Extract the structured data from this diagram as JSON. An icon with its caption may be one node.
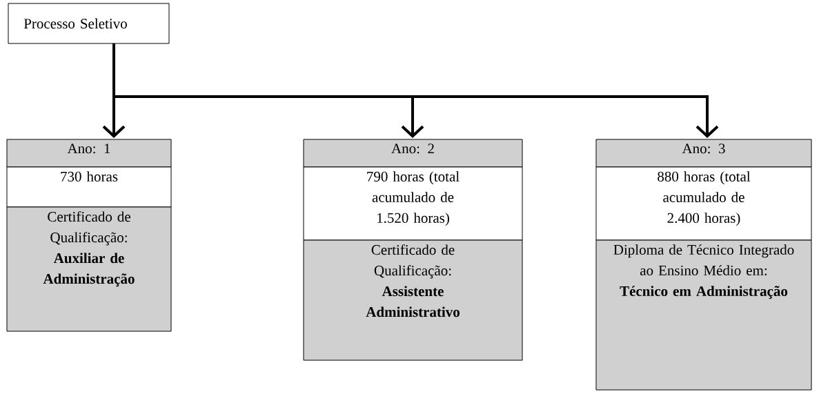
{
  "diagram": {
    "nodes": [
      {
        "text": [
          "Processo Seletivo"
        ]
      },
      {
        "text": [
          "Ano: 1"
        ]
      },
      {
        "text": [
          "730 horas"
        ]
      },
      {
        "text": [
          "Certificado de Qualificação:",
          "Auxiliar de Administração"
        ]
      },
      {
        "text": [
          "Ano: 2"
        ]
      },
      {
        "text": [
          "790 horas (total acumulado de 1.520 horas)"
        ]
      },
      {
        "text": [
          "Certificado de Qualificação:",
          "Assistente Administrativo"
        ]
      },
      {
        "text": [
          "Ano: 3"
        ]
      },
      {
        "text": [
          "880 horas (total acumulado de 2.400 horas)"
        ]
      },
      {
        "text": [
          "Diploma de Técnico Integrado ao Ensino Médio em:",
          "Técnico em Administração"
        ]
      }
    ],
    "edges": [
      {
        "from": 0,
        "to": 1,
        "arrow": "to"
      },
      {
        "from": 0,
        "to": 4,
        "arrow": "to"
      },
      {
        "from": 0,
        "to": 7,
        "arrow": "to"
      }
    ]
  }
}
